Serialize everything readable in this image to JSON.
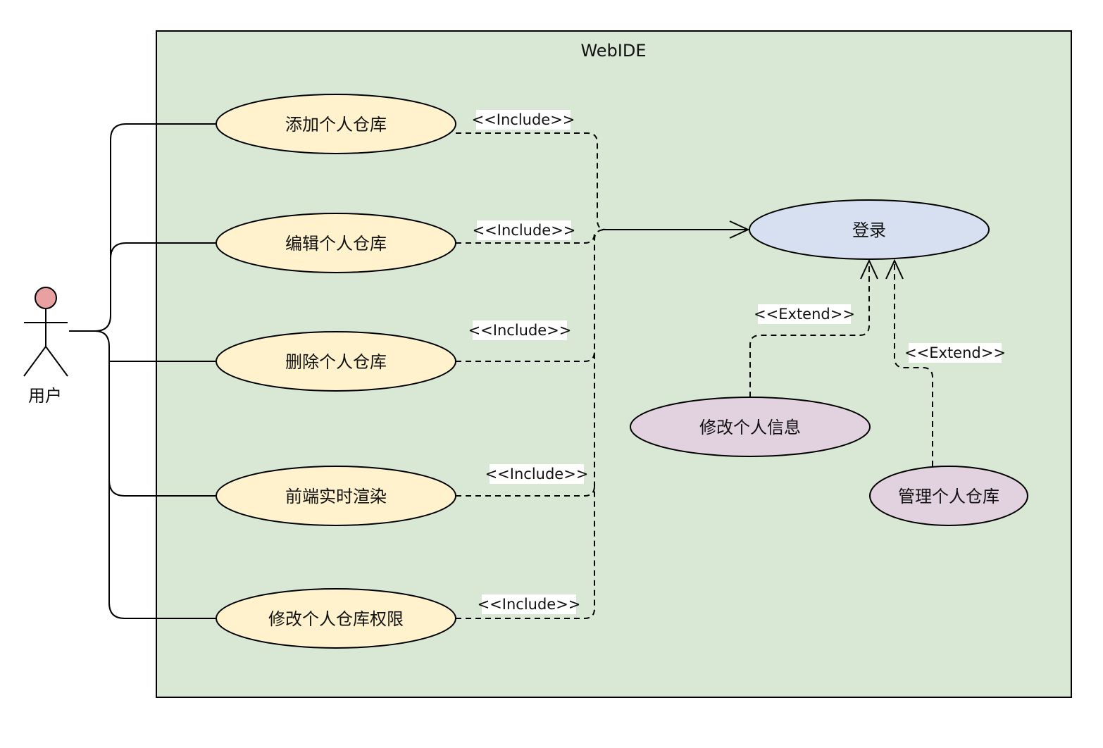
{
  "system": {
    "title": "WebIDE",
    "fill": "#d9e8d5"
  },
  "actor": {
    "label": "用户",
    "head_color": "#e8a0a0"
  },
  "use_cases": {
    "add_repo": {
      "label": "添加个人仓库",
      "fill": "#fff2cc"
    },
    "edit_repo": {
      "label": "编辑个人仓库",
      "fill": "#fff2cc"
    },
    "delete_repo": {
      "label": "删除个人仓库",
      "fill": "#fff2cc"
    },
    "render": {
      "label": "前端实时渲染",
      "fill": "#fff2cc"
    },
    "repo_permission": {
      "label": "修改个人仓库权限",
      "fill": "#fff2cc"
    },
    "login": {
      "label": "登录",
      "fill": "#d6e0f0"
    },
    "edit_info": {
      "label": "修改个人信息",
      "fill": "#e2d1df"
    },
    "manage_repo": {
      "label": "管理个人仓库",
      "fill": "#e2d1df"
    }
  },
  "relations": {
    "include_1": "<<Include>>",
    "include_2": "<<Include>>",
    "include_3": "<<Include>>",
    "include_4": "<<Include>>",
    "include_5": "<<Include>>",
    "extend_1": "<<Extend>>",
    "extend_2": "<<Extend>>"
  }
}
